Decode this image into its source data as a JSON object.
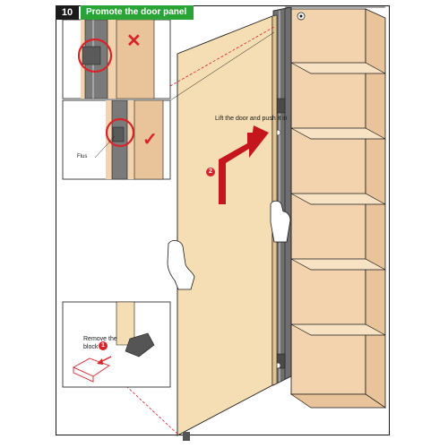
{
  "header": {
    "step_number": "10",
    "step_title": "Promote the door panel"
  },
  "main": {
    "lift_instruction": "Lift the door and push it in",
    "lift_step_badge": "2",
    "remove_instruction": "Remove the block",
    "remove_step_badge": "1",
    "part_label": "Flus"
  },
  "icons": {
    "wrong": "cross-icon",
    "right": "check-icon",
    "arrow": "bent-arrow-icon",
    "hand": "hand-icon"
  },
  "colors": {
    "accent_red": "#d8232a",
    "header_green": "#2aa436",
    "panel_wood": "#f5deb3",
    "shelf_wood": "#e9c49a",
    "line": "#1a1a1a"
  }
}
